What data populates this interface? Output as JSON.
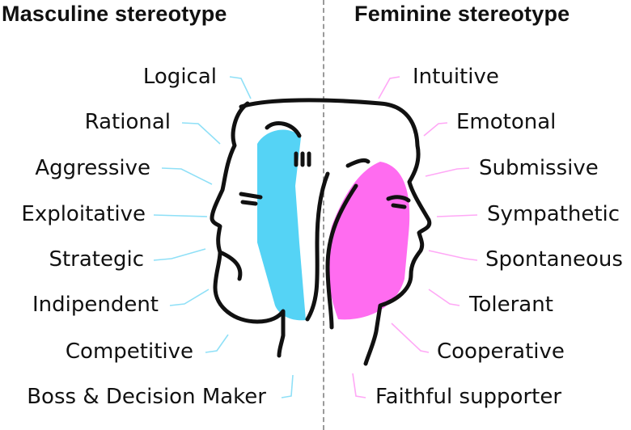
{
  "headings": {
    "left": "Masculine stereotype",
    "right": "Feminine stereotype"
  },
  "colors": {
    "masculine_accent": "#55d3f5",
    "feminine_accent": "#ff6cf0",
    "line": "#111111",
    "divider": "#9a9a9a"
  },
  "masculine_traits": [
    "Logical",
    "Rational",
    "Aggressive",
    "Exploitative",
    "Strategic",
    "Indipendent",
    "Competitive",
    "Boss & Decision Maker"
  ],
  "feminine_traits": [
    "Intuitive",
    "Emotonal",
    "Submissive",
    "Sympathetic",
    "Spontaneous",
    "Tolerant",
    "Cooperative",
    "Faithful supporter"
  ]
}
